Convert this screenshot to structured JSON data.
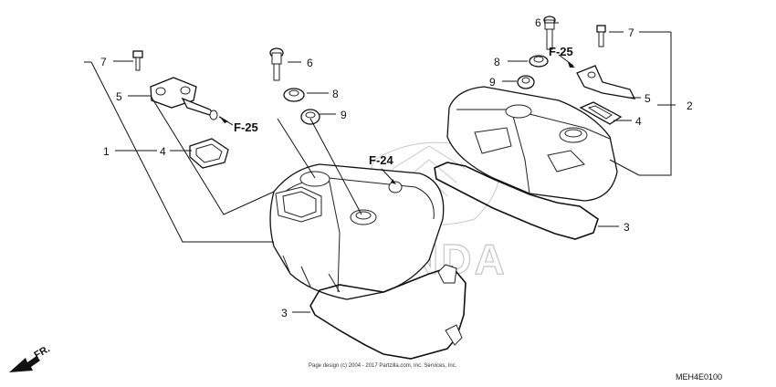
{
  "callouts": {
    "left": {
      "c7": "7",
      "c5": "5",
      "c1": "1",
      "c4": "4",
      "c6": "6",
      "c8": "8",
      "c9": "9",
      "c3": "3"
    },
    "right": {
      "c6": "6",
      "c7": "7",
      "c8": "8",
      "c9": "9",
      "c5": "5",
      "c4": "4",
      "c2": "2",
      "c3": "3"
    }
  },
  "refs": {
    "left_f25": "F-25",
    "center_f24": "F-24",
    "right_f25": "F-25"
  },
  "direction_label": "FR.",
  "watermark_brand": "HONDA",
  "copyright": "Page design (c) 2004 - 2017 Partzilla.com, Inc. Services, Inc.",
  "diagram_code": "MEH4E0100"
}
